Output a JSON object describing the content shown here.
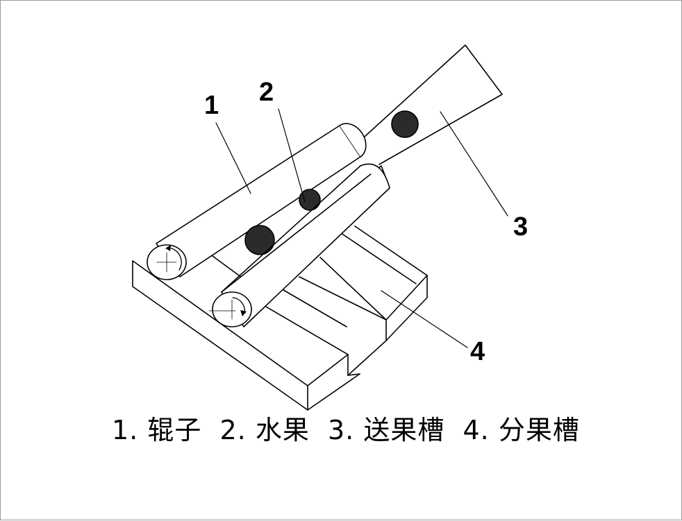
{
  "labels": {
    "roller": "1",
    "fruit": "2",
    "feed_chute": "3",
    "sorting_trough": "4"
  },
  "caption": "1. 辊子  2. 水果  3. 送果槽  4. 分果槽",
  "colors": {
    "line": "#000000",
    "fruit": "#2b2b2b",
    "frame_border": "#9a9a9a"
  }
}
